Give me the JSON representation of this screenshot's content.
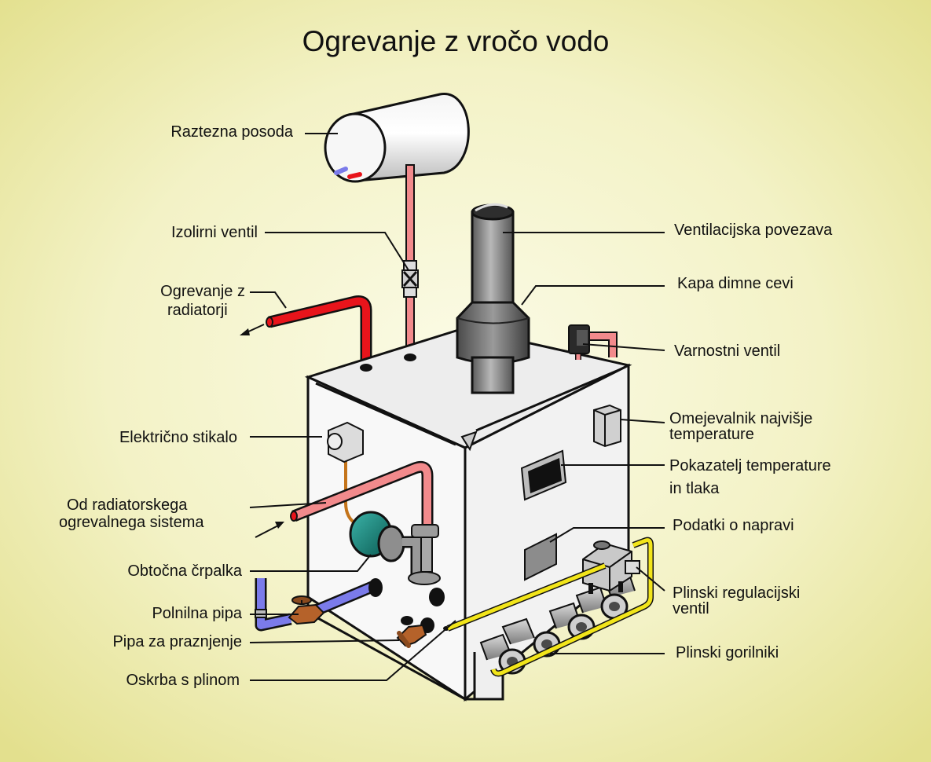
{
  "title": "Ogrevanje z vročo vodo",
  "labels": {
    "expansion_tank": "Raztezna posoda",
    "isolation_valve": "Izolirni ventil",
    "radiator_heating_1": "Ogrevanje z",
    "radiator_heating_2": "radiatorji",
    "electric_switch": "Električno stikalo",
    "from_radiator_1": "Od radiatorskega",
    "from_radiator_2": "ogrevalnega sistema",
    "circulation_pump": "Obtočna črpalka",
    "fill_pipe": "Polnilna pipa",
    "drain_pipe": "Pipa za praznjenje",
    "gas_supply": "Oskrba s plinom",
    "vent_connection": "Ventilacijska povezava",
    "flue_cap": "Kapa dimne cevi",
    "safety_valve": "Varnostni ventil",
    "high_limit_1": "Omejevalnik najvišje",
    "high_limit_2": "temperature",
    "temp_pressure_1": "Pokazatelj temperature",
    "temp_pressure_2": "in tlaka",
    "device_data": "Podatki o napravi",
    "gas_valve_1": "Plinski regulacijski",
    "gas_valve_2": "ventil",
    "gas_burners": "Plinski gorilniki"
  },
  "colors": {
    "background_center": "#fbfbe6",
    "background_edge": "#e3e08e",
    "boiler_body": "#f6f6f6",
    "hot_pipe": "#e8141b",
    "return_pipe": "#f28a8c",
    "cold_pipe": "#7b7bea",
    "gas_line": "#f2e51a",
    "pump": "#0f7a70",
    "valve_brass": "#b5622a",
    "chimney": "#8a8a8a"
  }
}
